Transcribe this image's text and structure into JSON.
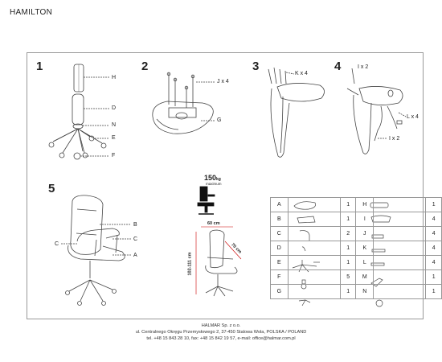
{
  "title": "HAMILTON",
  "steps": [
    "1",
    "2",
    "3",
    "4",
    "5"
  ],
  "step1_labels": [
    "H",
    "D",
    "N",
    "E",
    "F"
  ],
  "step2_labels": [
    "J x 4",
    "G"
  ],
  "step3_labels": [
    "K x 4"
  ],
  "step4_labels": [
    "I x 2",
    "L x 4",
    "I x 2"
  ],
  "step5_labels": [
    "B",
    "C",
    "C",
    "A"
  ],
  "weight": {
    "value": "150",
    "unit": "kg",
    "sub": "maximum"
  },
  "dimensions": {
    "width": "60 cm",
    "height": "102-111 cm",
    "depth": "70 cm"
  },
  "parts_table": [
    {
      "left_letter": "A",
      "left_qty": "1",
      "right_letter": "H",
      "right_qty": "1"
    },
    {
      "left_letter": "B",
      "left_qty": "1",
      "right_letter": "I",
      "right_qty": "4"
    },
    {
      "left_letter": "C",
      "left_qty": "2",
      "right_letter": "J",
      "right_qty": "4"
    },
    {
      "left_letter": "D",
      "left_qty": "1",
      "right_letter": "K",
      "right_qty": "4"
    },
    {
      "left_letter": "E",
      "left_qty": "1",
      "right_letter": "L",
      "right_qty": "4"
    },
    {
      "left_letter": "F",
      "left_qty": "5",
      "right_letter": "M",
      "right_qty": "1"
    },
    {
      "left_letter": "G",
      "left_qty": "1",
      "right_letter": "N",
      "right_qty": "1"
    }
  ],
  "footer": [
    "HALMAR Sp. z o.o.",
    "ul. Centralnego Okręgu Przemysłowego 2, 37-450 Stalowa Wola, POLSKA / POLAND",
    "tel. +48 15 843 28 10, fax: +48 15 842 19 57, e-mail: office@halmar.com.pl"
  ]
}
